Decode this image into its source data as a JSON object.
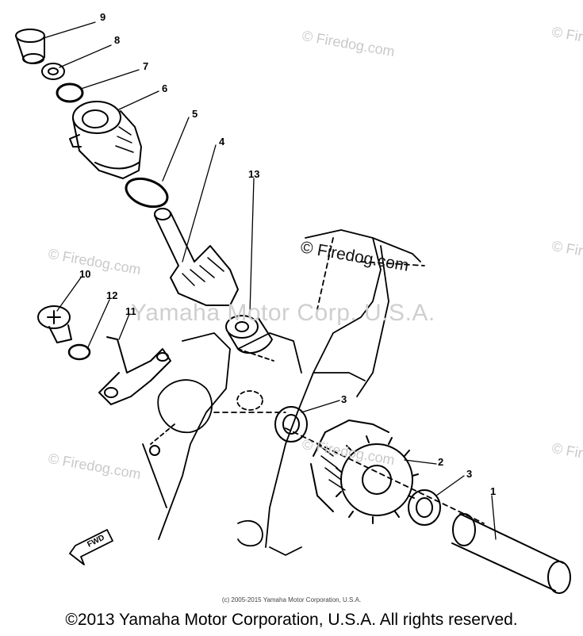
{
  "callouts": [
    "1",
    "2",
    "3",
    "3",
    "4",
    "5",
    "6",
    "7",
    "8",
    "9",
    "10",
    "11",
    "12",
    "13"
  ],
  "badge": {
    "text": "FWD"
  },
  "watermarks": {
    "brand": "© Firedog.com",
    "center": "Yamaha Motor Corp. U.S.A."
  },
  "footer": {
    "small": "(c) 2005-2015 Yamaha Motor Corporation, U.S.A.",
    "main": "©2013 Yamaha Motor Corporation, U.S.A. All rights reserved."
  }
}
